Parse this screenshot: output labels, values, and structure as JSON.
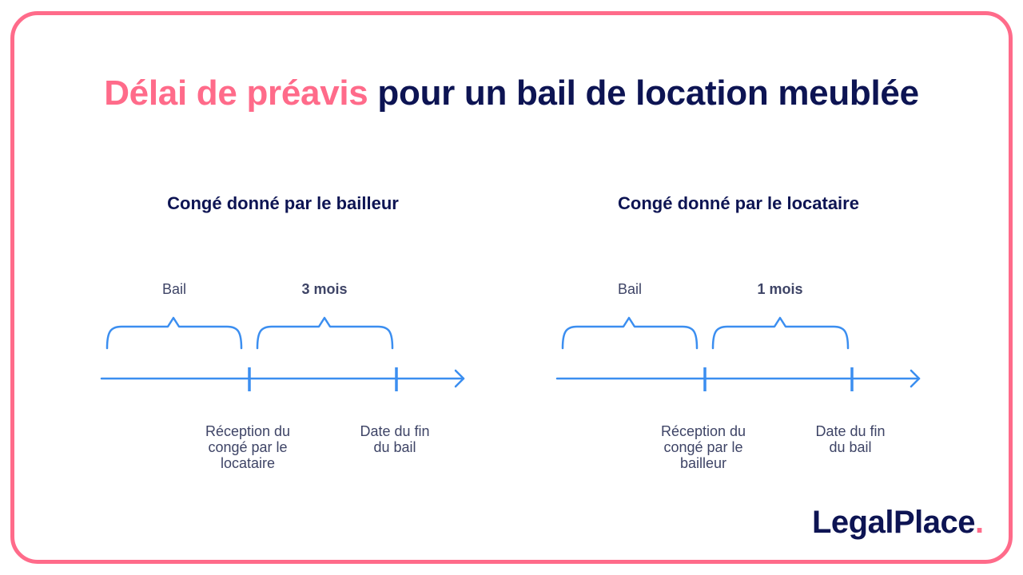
{
  "title": {
    "accent": "Délai de préavis",
    "rest": " pour un bail de location meublée"
  },
  "colors": {
    "accent": "#ff6b8a",
    "navy": "#0d1453",
    "timeline": "#3b8ef0",
    "text": "#3e4466"
  },
  "panels": [
    {
      "heading": "Congé donné par le bailleur",
      "brace_left_label": "Bail",
      "brace_right_label": "3 mois",
      "tick1_note": [
        "Réception du",
        "congé par le",
        "locataire"
      ],
      "tick2_note": [
        "Date du fin",
        "du bail"
      ]
    },
    {
      "heading": "Congé donné par le locataire",
      "brace_left_label": "Bail",
      "brace_right_label": "1 mois",
      "tick1_note": [
        "Réception du",
        "congé par le",
        "bailleur"
      ],
      "tick2_note": [
        "Date du fin",
        "du bail"
      ]
    }
  ],
  "logo": {
    "text": "LegalPlace",
    "dot": "."
  }
}
